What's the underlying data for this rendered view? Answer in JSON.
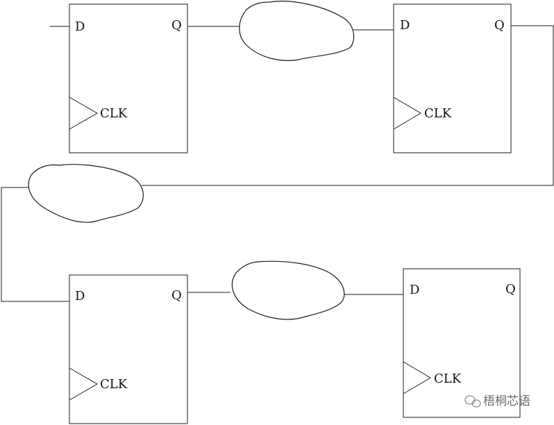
{
  "flip_flops": [
    {
      "d": "D",
      "q": "Q",
      "clk": "CLK"
    },
    {
      "d": "D",
      "q": "Q",
      "clk": "CLK"
    },
    {
      "d": "D",
      "q": "Q",
      "clk": "CLK"
    },
    {
      "d": "D",
      "q": "Q",
      "clk": "CLK"
    }
  ],
  "watermark": {
    "text": "梧桐芯语",
    "icon": "wechat-icon"
  }
}
